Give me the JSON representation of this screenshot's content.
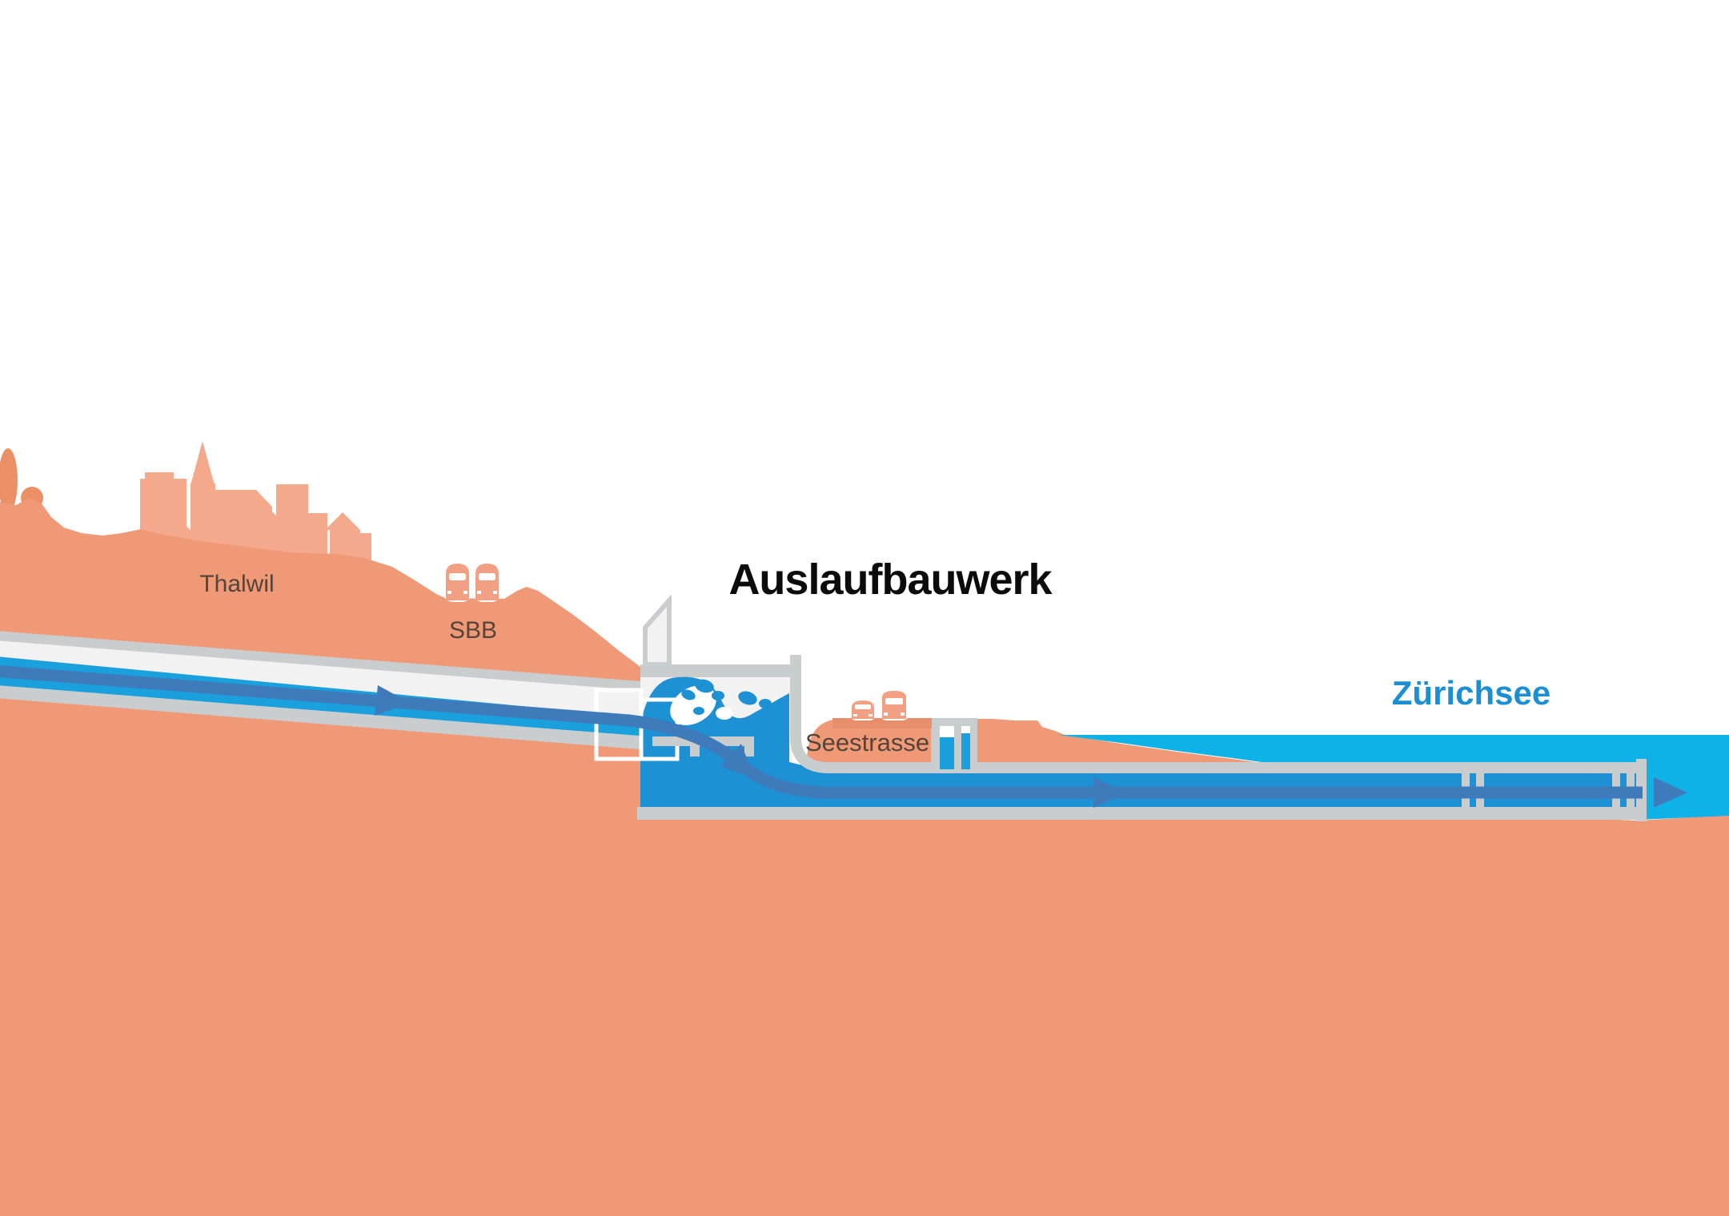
{
  "diagram": {
    "title": "Auslaufbauwerk",
    "labels": {
      "town": "Thalwil",
      "railway": "SBB",
      "road": "Seestrasse",
      "lake": "Zürichsee"
    }
  },
  "colors": {
    "terrain": "#F09977",
    "building": "#F4A98D",
    "tree": "#EB8F67",
    "road_strip": "#E78E6C",
    "lake": "#0FB2E6",
    "tunnel_water": "#1AA0DC",
    "water": "#1D91D4",
    "flow_arrow": "#3F7ABB",
    "casing": "#C9CDCE",
    "interior": "#F2F2F2",
    "vehicle": "#F2A083",
    "label_dark": "#54443A",
    "title_black": "#0B0B0B",
    "lake_label_blue": "#1C8FD2"
  }
}
